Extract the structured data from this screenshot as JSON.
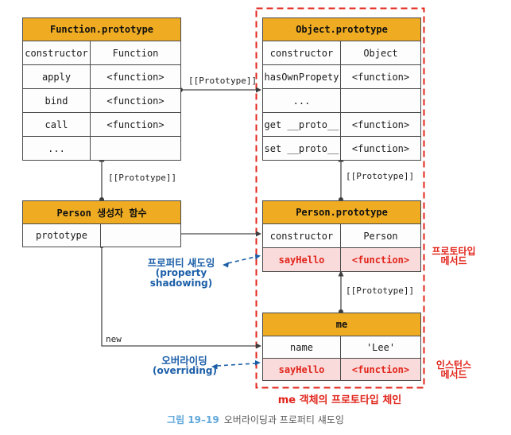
{
  "figure": {
    "caption": {
      "number": "그림 19–19",
      "title": "오버라이딩과 프로퍼티 섀도잉"
    },
    "colors": {
      "header_orange": "#EFAC23",
      "highlight_pink": "#F9DBDB",
      "accent_red": "#E1251B",
      "accent_blue": "#1C5FA8",
      "line_gray": "#4a4a4a",
      "caption_blue": "#61A8DC"
    },
    "tables": {
      "function_prototype": {
        "title": "Function.prototype",
        "rows": [
          {
            "key": "constructor",
            "value": "Function"
          },
          {
            "key": "apply",
            "value": "<function>"
          },
          {
            "key": "bind",
            "value": "<function>"
          },
          {
            "key": "call",
            "value": "<function>"
          },
          {
            "key": "...",
            "value": ""
          }
        ]
      },
      "object_prototype": {
        "title": "Object.prototype",
        "rows": [
          {
            "key": "constructor",
            "value": "Object"
          },
          {
            "key": "hasOwnPropety",
            "value": "<function>"
          },
          {
            "key": "...",
            "value": ""
          },
          {
            "key": "get __proto__",
            "value": "<function>"
          },
          {
            "key": "set __proto__",
            "value": "<function>"
          }
        ]
      },
      "person_constructor": {
        "title": "Person 생성자 함수",
        "rows": [
          {
            "key": "prototype",
            "value": ""
          }
        ]
      },
      "person_prototype": {
        "title": "Person.prototype",
        "rows": [
          {
            "key": "constructor",
            "value": "Person"
          },
          {
            "key": "sayHello",
            "value": "<function>",
            "highlight": true
          }
        ]
      },
      "me": {
        "title": "me",
        "rows": [
          {
            "key": "name",
            "value": "'Lee'"
          },
          {
            "key": "sayHello",
            "value": "<function>",
            "highlight": true
          }
        ]
      }
    },
    "arrow_labels": {
      "prototype_top": "[[Prototype]]",
      "prototype_left": "[[Prototype]]",
      "prototype_right_upper": "[[Prototype]]",
      "prototype_right_lower": "[[Prototype]]",
      "new_label": "new"
    },
    "annotations": {
      "property_shadowing": {
        "line1": "프로퍼티 섀도잉",
        "line2": "(property shadowing)"
      },
      "overriding": {
        "line1": "오버라이딩",
        "line2": "(overriding)"
      },
      "prototype_method": {
        "line1": "프로토타입",
        "line2": "메서드"
      },
      "instance_method": {
        "line1": "인스턴스",
        "line2": "메서드"
      },
      "chain": "me 객체의 프로토타입 체인"
    }
  }
}
